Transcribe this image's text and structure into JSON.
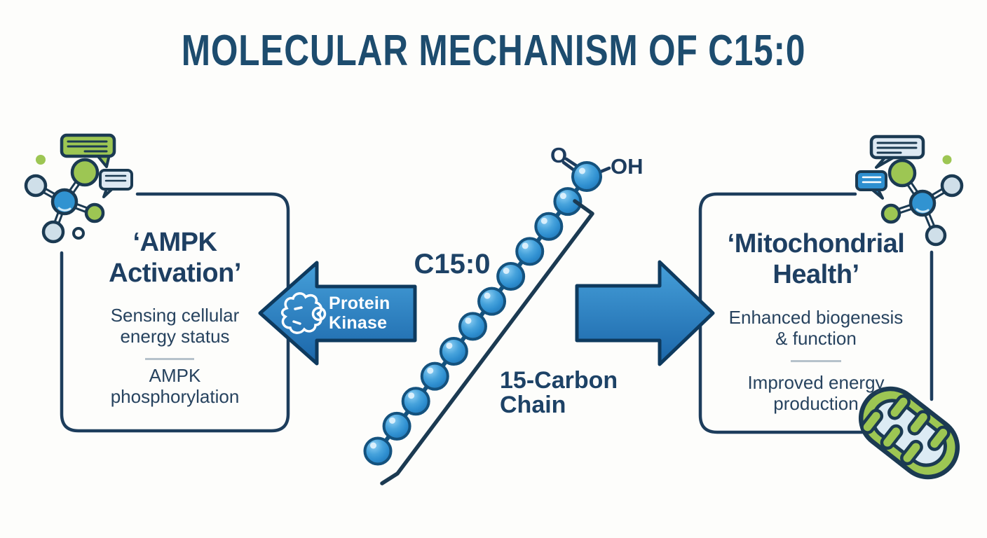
{
  "title": "MOLECULAR MECHANISM OF C15:0",
  "left_panel": {
    "title_lines": [
      "‘AMPK",
      "Activation’"
    ],
    "point1_lines": [
      "Sensing cellular",
      "energy status"
    ],
    "point2_lines": [
      "AMPK",
      "phosphorylation"
    ]
  },
  "protein_kinase_arrow": {
    "label_lines": [
      "Protein",
      "Kinase"
    ],
    "direction": "left"
  },
  "effect_arrow": {
    "direction": "right"
  },
  "fatty_acid": {
    "name_label": "C15:0",
    "carboxyl_o": "O",
    "carboxyl_oh": "OH",
    "chain_label_lines": [
      "15-Carbon",
      "Chain"
    ],
    "carbon_bead_count": 12
  },
  "right_panel": {
    "title_lines": [
      "‘Mitochondrial",
      "Health’"
    ],
    "point1_lines": [
      "Enhanced biogenesis",
      "& function"
    ],
    "point2_lines": [
      "Improved energy",
      "production"
    ]
  },
  "icons": {
    "top_left": "molecule-with-speech-bubbles-icon",
    "top_right": "molecule-with-speech-bubbles-icon",
    "bottom_right": "mitochondria-icon",
    "in_left_arrow": "protein-kinase-enzyme-icon"
  },
  "colors": {
    "heading_navy": "#1d4c6e",
    "panel_title_navy": "#1e3f62",
    "body_navy": "#27435f",
    "outline_navy": "#1b3a52",
    "panel_border": "#1d3d5c",
    "arrow_outline": "#0e3a5e",
    "arrow_blue_light": "#46a0da",
    "arrow_blue_dark": "#1b66a9",
    "bead_blue": "#2f8fd0",
    "bead_outline": "#14527e",
    "green": "#9dc653",
    "light_sphere": "#cfdfe9",
    "light_bubble": "#dde9f3",
    "divider_gray": "#b6c2cb"
  }
}
